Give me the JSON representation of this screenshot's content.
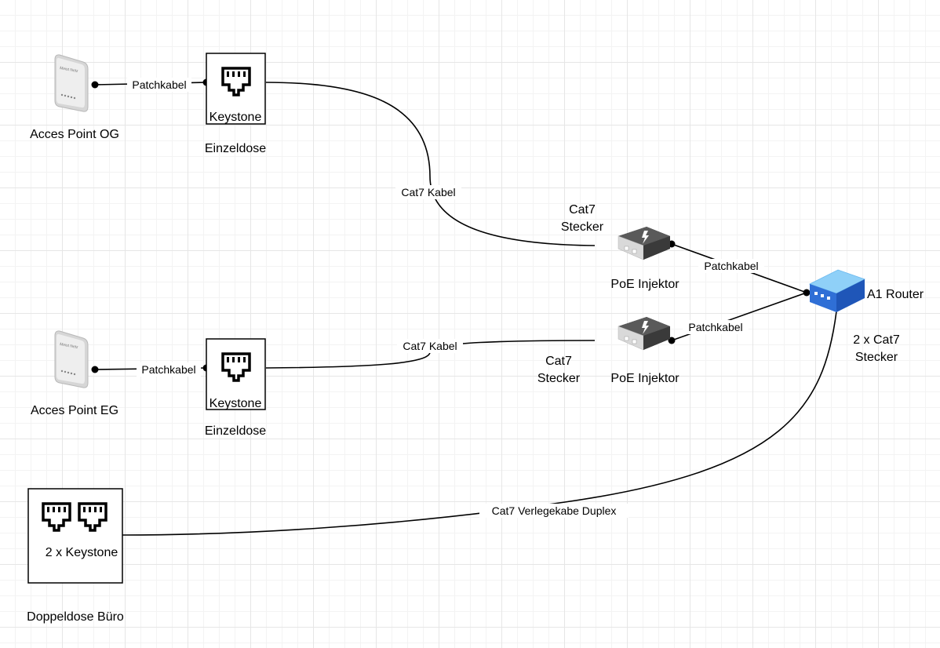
{
  "nodes": {
    "ap_og": {
      "label": "Acces Point OG"
    },
    "ap_eg": {
      "label": "Acces Point EG"
    },
    "keystone_og": {
      "label": "Keystone",
      "caption": "Einzeldose"
    },
    "keystone_eg": {
      "label": "Keystone",
      "caption": "Einzeldose"
    },
    "poe_top": {
      "label": "PoE Injektor",
      "plug_label": [
        "Cat7",
        "Stecker"
      ]
    },
    "poe_bottom": {
      "label": "PoE Injektor",
      "plug_label": [
        "Cat7",
        "Stecker"
      ]
    },
    "router": {
      "label": "A1 Router",
      "plug_label": [
        "2 x Cat7",
        "Stecker"
      ]
    },
    "double_socket": {
      "label": "2 x Keystone",
      "caption": "Doppeldose Büro"
    }
  },
  "edges": {
    "ap_og_keystone": "Patchkabel",
    "ap_eg_keystone": "Patchkabel",
    "keystone_og_poe": "Cat7 Kabel",
    "keystone_eg_poe": "Cat7 Kabel",
    "poe_top_router": "Patchkabel",
    "poe_bottom_router": "Patchkabel",
    "router_double_socket": "Cat7 Verlegekabe Duplex"
  },
  "colors": {
    "router_top": "#7dc6f5",
    "router_front": "#2f6fd6",
    "poe_body": "#4d4d4d",
    "ap_body": "#e6e6e6"
  },
  "icons": {
    "access_point": "wireless-access-point-icon",
    "ethernet_port": "ethernet-port-icon",
    "poe_injector": "poe-injector-icon",
    "router": "router-icon"
  }
}
